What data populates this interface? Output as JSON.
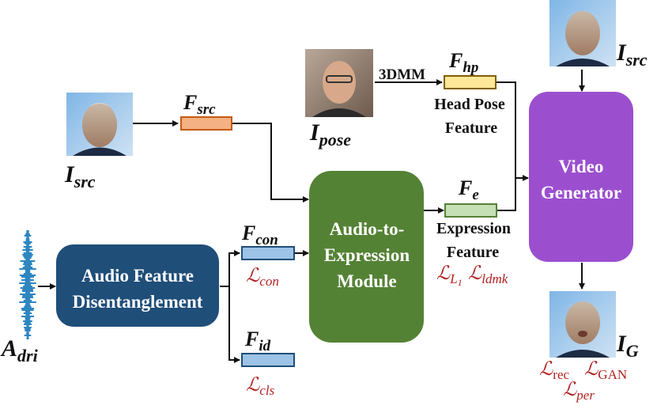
{
  "colors": {
    "audio_box": "#1f4e79",
    "a2e_box": "#548235",
    "video_box": "#9b4fcf",
    "f_src": "#f4b183",
    "f_con": "#9dc3e6",
    "f_id": "#9dc3e6",
    "f_e": "#c5e0b4",
    "f_hp": "#ffe699",
    "loss_red": "#b22222",
    "waveform": "#2e86c1"
  },
  "nodes": {
    "audio_box": {
      "line1": "Audio Feature",
      "line2": "Disentanglement"
    },
    "a2e_box": {
      "line1": "Audio-to-",
      "line2": "Expression",
      "line3": "Module"
    },
    "video_box": {
      "line1": "Video",
      "line2": "Generator"
    }
  },
  "labels": {
    "i_src_left": {
      "base": "I",
      "sub": "src"
    },
    "i_src_top": {
      "base": "I",
      "sub": "src"
    },
    "i_pose": {
      "base": "I",
      "sub": "pose"
    },
    "i_g": {
      "base": "I",
      "sub": "G"
    },
    "a_dri": {
      "base": "A",
      "sub": "dri"
    },
    "f_src": {
      "base": "F",
      "sub": "src"
    },
    "f_con": {
      "base": "F",
      "sub": "con"
    },
    "f_id": {
      "base": "F",
      "sub": "id"
    },
    "f_e": {
      "base": "F",
      "sub": "e"
    },
    "f_hp": {
      "base": "F",
      "sub": "hp"
    },
    "threedmm": "3DMM",
    "head_pose_1": "Head Pose",
    "head_pose_2": "Feature",
    "expr_1": "Expression",
    "expr_2": "Feature"
  },
  "losses": {
    "con": {
      "base": "ℒ",
      "sub": "con"
    },
    "cls": {
      "base": "ℒ",
      "sub": "cls"
    },
    "l1": {
      "base": "ℒ",
      "sub": "L",
      "subsub": "1"
    },
    "ldmk": {
      "base": "ℒ",
      "sub": "ldmk"
    },
    "rec": {
      "base": "ℒ",
      "sub": "rec"
    },
    "gan": {
      "base": "ℒ",
      "sub": "GAN"
    },
    "per": {
      "base": "ℒ",
      "sub": "per"
    }
  }
}
